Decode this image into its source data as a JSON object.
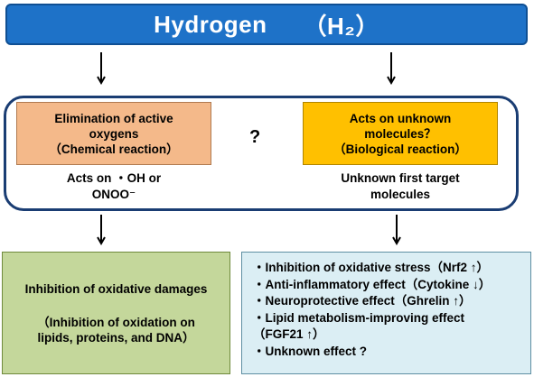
{
  "title": {
    "text": "Hydrogen",
    "formula": "（H₂）"
  },
  "chemical": {
    "line1": "Elimination of active",
    "line2": "oxygens",
    "line3": "（Chemical reaction）",
    "target_line1": "Acts on ・OH  or",
    "target_line2": "ONOO⁻"
  },
  "biological": {
    "line1": "Acts on unknown",
    "line2": "molecules？",
    "line3": "（Biological reaction）",
    "target_line1": "Unknown first target",
    "target_line2": "molecules"
  },
  "question_mark": "?",
  "left_result": {
    "title": "Inhibition of oxidative damages",
    "sub_line1": "（Inhibition of oxidation on",
    "sub_line2": "lipids, proteins, and DNA）"
  },
  "right_result": {
    "items": [
      "・Inhibition of oxidative stress（Nrf2 ↑）",
      "・Anti-inflammatory effect（Cytokine ↓）",
      "・Neuroprotective effect（Ghrelin ↑）",
      "・Lipid metabolism-improving effect",
      "（FGF21 ↑）",
      "・Unknown effect ?"
    ]
  },
  "colors": {
    "title_fill": "#1e72c8",
    "frame_border": "#1a3d73",
    "chemical_fill": "#f4b98a",
    "biological_fill": "#ffc000",
    "left_result_fill": "#c4d79b",
    "right_result_fill": "#dbeef4"
  }
}
